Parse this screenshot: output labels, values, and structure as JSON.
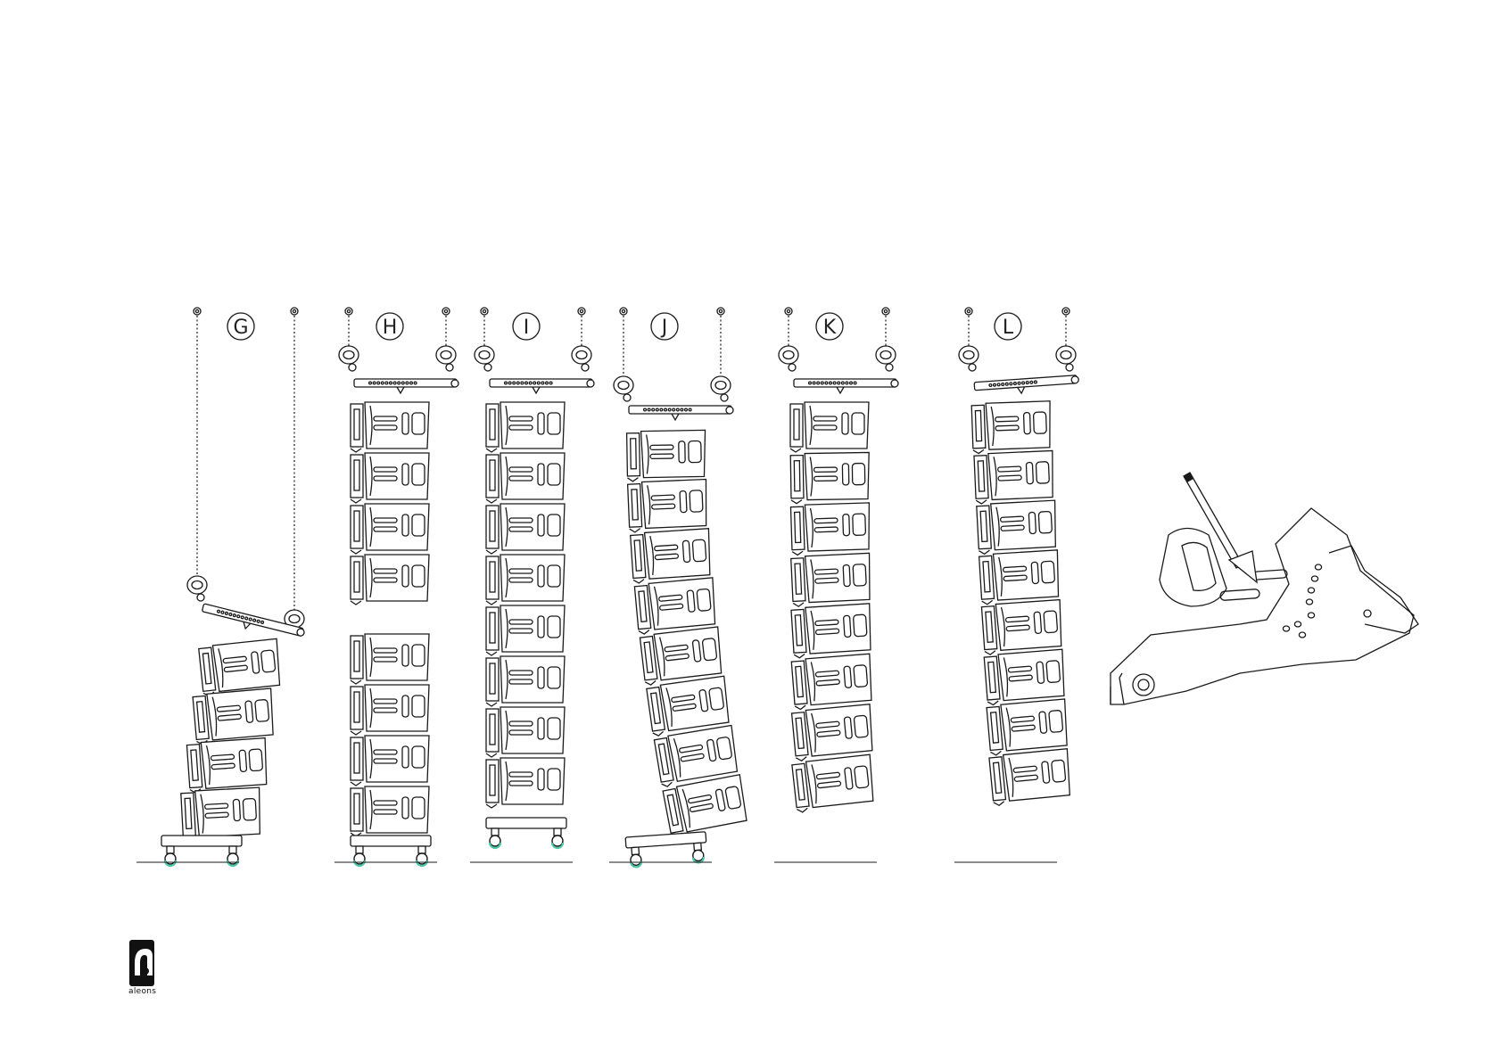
{
  "steps": [
    "G",
    "H",
    "I",
    "J",
    "K",
    "L"
  ],
  "brand": {
    "name": "aleons"
  },
  "colors": {
    "line": "#1a1a1a",
    "accent": "#4cc6a8",
    "background": "#ffffff"
  },
  "icons": {
    "arrow": "arrow-icon",
    "logo": "aleons-logo-icon"
  }
}
